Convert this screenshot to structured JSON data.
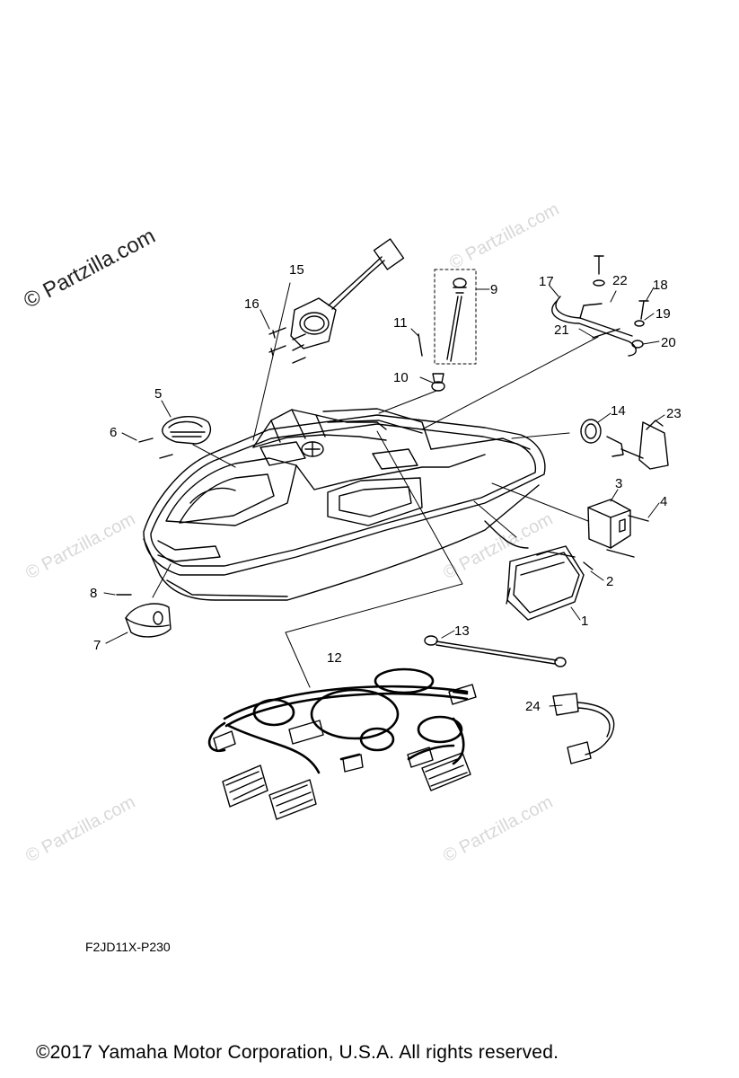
{
  "watermarks": {
    "main": "© Partzilla.com",
    "repeat": "© Partzilla.com"
  },
  "callouts": [
    "1",
    "2",
    "3",
    "4",
    "5",
    "6",
    "7",
    "8",
    "9",
    "10",
    "11",
    "12",
    "13",
    "14",
    "15",
    "16",
    "17",
    "18",
    "19",
    "20",
    "21",
    "22",
    "23",
    "24"
  ],
  "drawing_code": "F2JD11X-P230",
  "copyright": "©2017  Yamaha Motor Corporation, U.S.A. All rights reserved."
}
